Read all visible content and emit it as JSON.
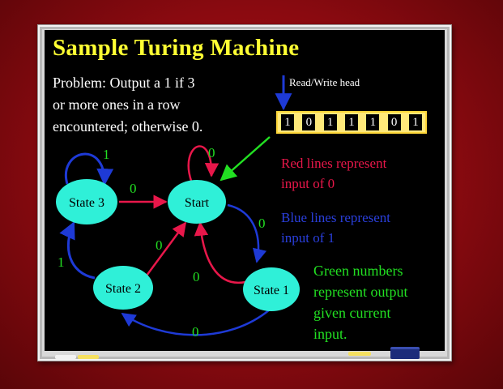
{
  "slide": {
    "title": "Sample Turing Machine",
    "problem_lines": [
      "Problem: Output a 1 if  3",
      "or more ones in a row",
      "encountered; otherwise 0."
    ],
    "read_write_head_label": "Read/Write head",
    "tape_cells": [
      "1",
      "0",
      "1",
      "1",
      "1",
      "0",
      "1"
    ],
    "legend": {
      "red": [
        "Red lines represent",
        "input of 0"
      ],
      "blue": [
        "Blue lines represent",
        "input of 1"
      ],
      "green": [
        "Green numbers",
        "represent output",
        "given current",
        "input."
      ]
    }
  },
  "diagram": {
    "states": {
      "start": "Start",
      "state1": "State 1",
      "state2": "State 2",
      "state3": "State 3"
    },
    "outputs": {
      "start_self": "0",
      "state3_self": "1",
      "state3_to_start": "0",
      "start_to_state1": "0",
      "state2_to_start": "0",
      "state1_to_start": "0",
      "state2_to_state3": "1",
      "state1_to_state2": "0"
    }
  },
  "colors": {
    "background": "#9e0d14",
    "board": "#000000",
    "title": "#ffff33",
    "node_fill": "#2ff0d8",
    "input_zero_line": "#e8174a",
    "input_one_line": "#1e3ad6",
    "output_label": "#22e022",
    "head_pointer": "#22e022",
    "tape": "#ffe97a"
  }
}
